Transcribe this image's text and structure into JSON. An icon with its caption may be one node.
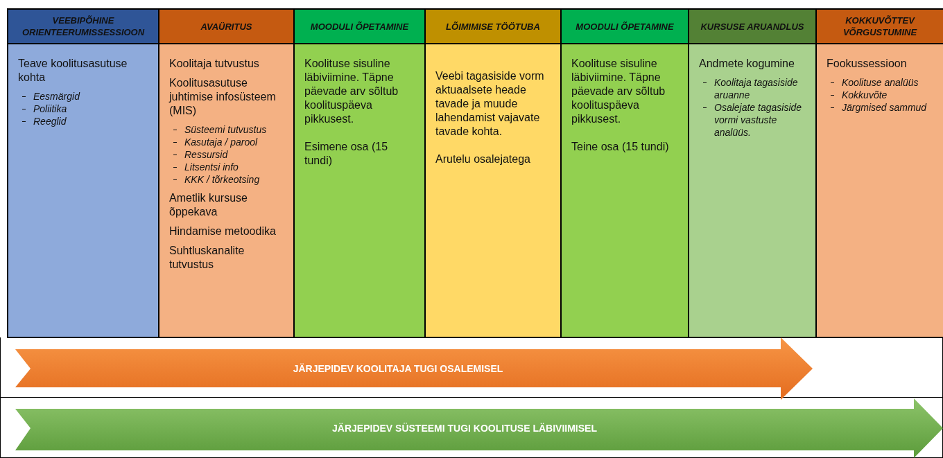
{
  "diagram": {
    "nodes": [
      {
        "text": [
          "VEEBIPÕHINE ORIENTEERUMISSESSIOON"
        ]
      },
      {
        "text": [
          "AVAÜRITUS"
        ]
      },
      {
        "text": [
          "MOODULI ÕPETAMINE"
        ]
      },
      {
        "text": [
          "LÕIMIMISE TÖÖTUBA"
        ]
      },
      {
        "text": [
          "MOODULI ÕPETAMINE"
        ]
      },
      {
        "text": [
          "KURSUSE ARUANDLUS"
        ]
      },
      {
        "text": [
          "KOKKUVÕTTEV VÕRGUSTUMINE"
        ]
      },
      {
        "text": [
          "Teave koolitusasutuse kohta",
          "Eesmärgid",
          "Poliitika",
          "Reeglid"
        ]
      },
      {
        "text": [
          "Koolitaja tutvustus",
          "Koolitusasutuse juhtimise infosüsteem (MIS)",
          "Süsteemi tutvustus",
          "Kasutaja / parool",
          "Ressursid",
          "Litsentsi info",
          "KKK / tõrkeotsing",
          "Ametlik kursuse õppekava",
          "Hindamise metoodika",
          "Suhtluskanalite tutvustus"
        ]
      },
      {
        "text": [
          "Koolituse sisuline läbiviimine. Täpne päevade arv sõltub koolituspäeva pikkusest.",
          "Esimene osa (15 tundi)"
        ]
      },
      {
        "text": [
          "Veebi tagasiside vorm aktuaalsete heade tavade ja muude lahendamist vajavate tavade kohta.",
          "Arutelu osalejatega"
        ]
      },
      {
        "text": [
          "Koolituse sisuline läbiviimine. Täpne päevade arv sõltub koolituspäeva pikkusest.",
          "Teine osa (15 tundi)"
        ]
      },
      {
        "text": [
          "Andmete kogumine",
          "Koolitaja tagasiside aruanne",
          "Osalejate tagasiside vormi vastuste analüüs."
        ]
      },
      {
        "text": [
          "Fookussessioon",
          "Koolituse analüüs",
          "Kokkuvõte",
          "Järgmised sammud"
        ]
      },
      {
        "text": [
          "JÄRJEPIDEV KOOLITAJA TUGI OSALEMISEL"
        ]
      },
      {
        "text": [
          "JÄRJEPIDEV SÜSTEEMI TUGI KOOLITUSE LÄBIVIIMISEL"
        ]
      }
    ]
  }
}
